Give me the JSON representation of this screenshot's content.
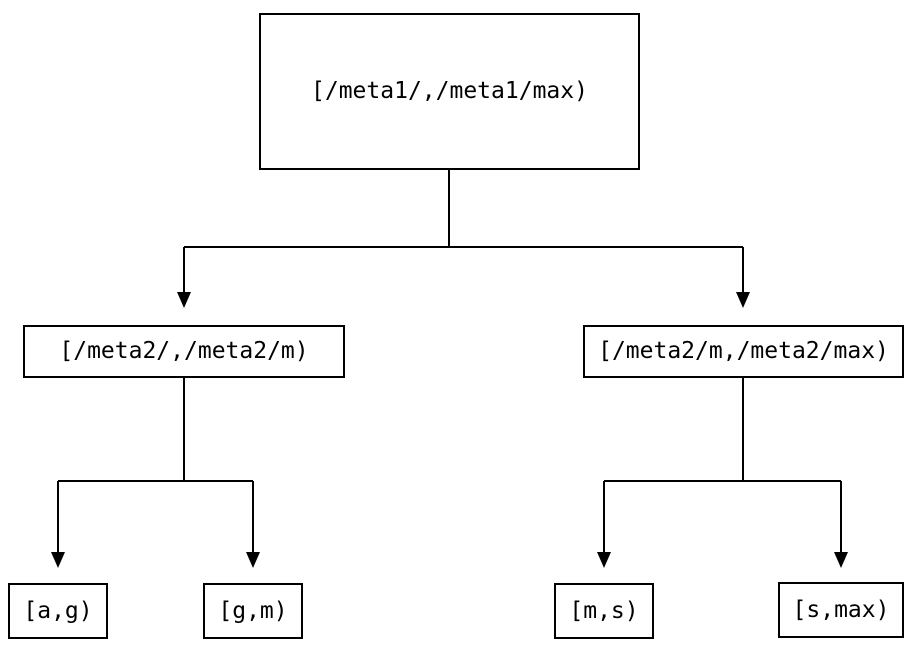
{
  "diagram": {
    "type": "tree",
    "colors": {
      "background": "#ffffff",
      "line": "#000000",
      "text": "#000000",
      "node_border": "#000000",
      "node_fill": "#ffffff"
    },
    "nodes": {
      "root": {
        "label": "[/meta1/,/meta1/max)"
      },
      "meta2_left": {
        "label": "[/meta2/,/meta2/m)"
      },
      "meta2_right": {
        "label": "[/meta2/m,/meta2/max)"
      },
      "leaf_a_g": {
        "label": "[a,g)"
      },
      "leaf_g_m": {
        "label": "[g,m)"
      },
      "leaf_m_s": {
        "label": "[m,s)"
      },
      "leaf_s_max": {
        "label": "[s,max)"
      }
    },
    "edges": [
      {
        "from": "root",
        "to": "meta2_left"
      },
      {
        "from": "root",
        "to": "meta2_right"
      },
      {
        "from": "meta2_left",
        "to": "leaf_a_g"
      },
      {
        "from": "meta2_left",
        "to": "leaf_g_m"
      },
      {
        "from": "meta2_right",
        "to": "leaf_m_s"
      },
      {
        "from": "meta2_right",
        "to": "leaf_s_max"
      }
    ]
  }
}
